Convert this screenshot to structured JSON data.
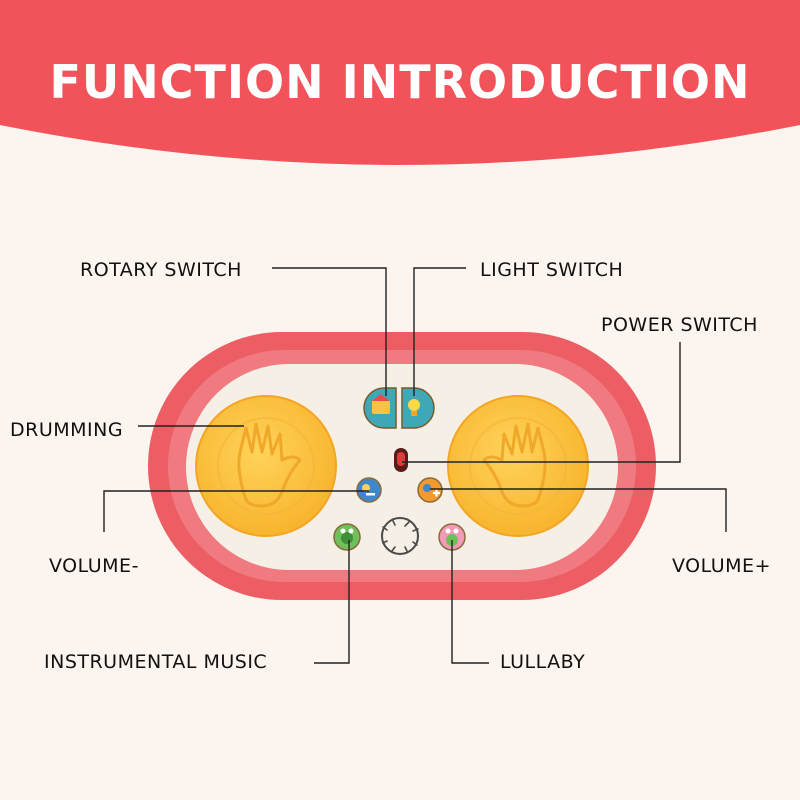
{
  "title": "FUNCTION INTRODUCTION",
  "labels": {
    "rotary_switch": "ROTARY SWITCH",
    "light_switch": "LIGHT SWITCH",
    "power_switch": "POWER SWITCH",
    "drumming": "DRUMMING",
    "volume_minus": "VOLUME-",
    "volume_plus": "VOLUME+",
    "instrumental_music": "INSTRUMENTAL MUSIC",
    "lullaby": "LULLABY"
  },
  "colors": {
    "banner": "#f2535a",
    "shell": "#ec5d64",
    "face": "#f6efe6",
    "drum_pad": "#ffc23d",
    "power_button": "#d43030",
    "switch_teal": "#3fa7b5"
  }
}
